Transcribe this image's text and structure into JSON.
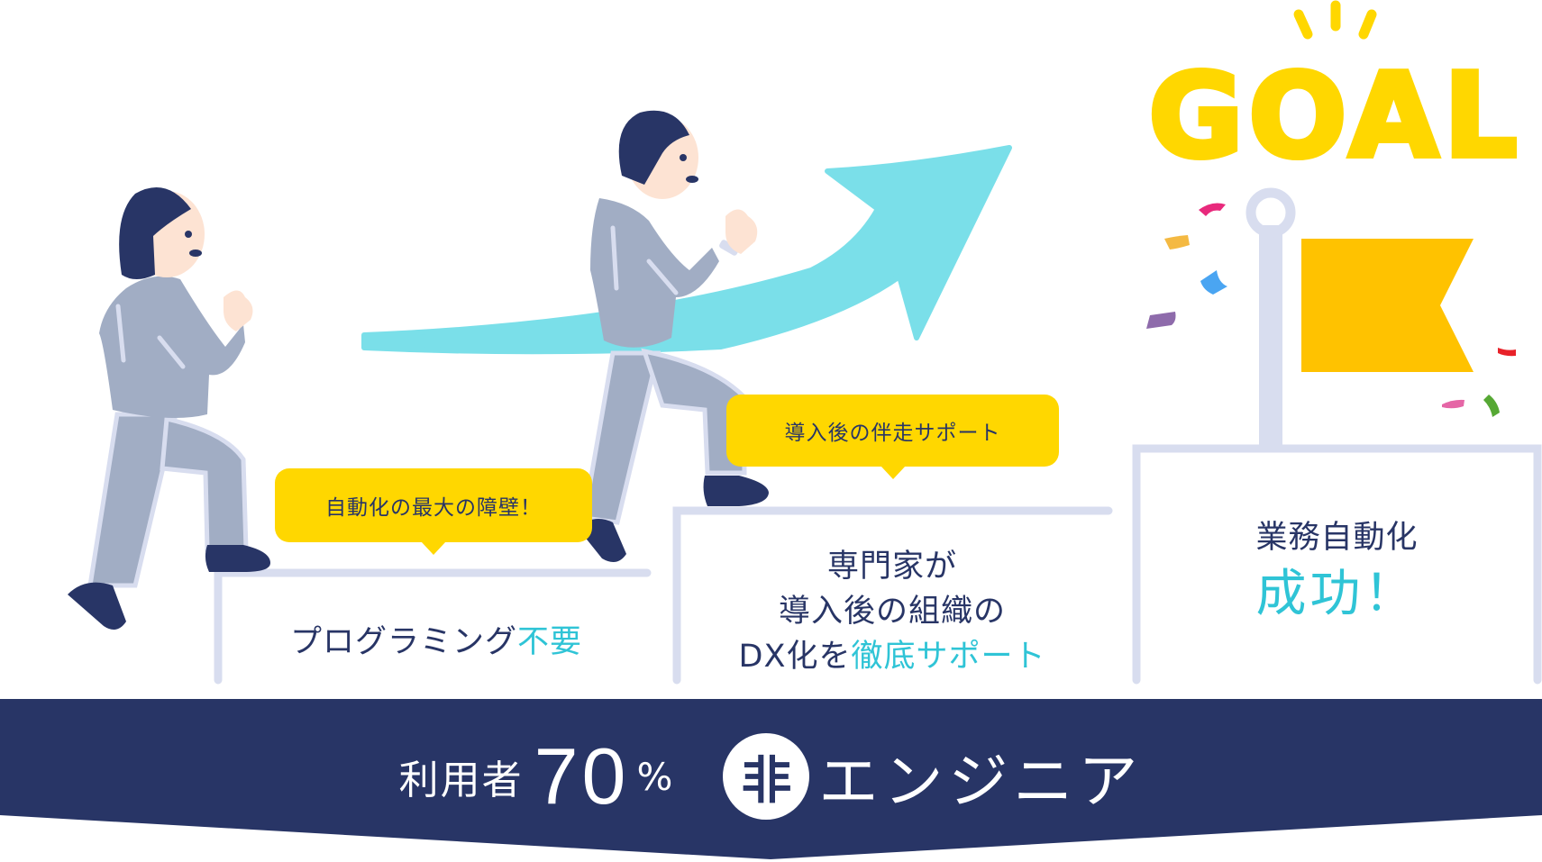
{
  "goal": {
    "title": "GOAL",
    "flag_color": "#ffc200",
    "title_color": "#ffd700"
  },
  "bubbles": [
    {
      "text": "自動化の最大の障壁！"
    },
    {
      "text": "導入後の伴走サポート"
    }
  ],
  "steps": [
    {
      "lines": [
        {
          "plain": "プログラミング",
          "accent": "不要"
        }
      ]
    },
    {
      "lines": [
        {
          "plain": "専門家が",
          "accent": ""
        },
        {
          "plain": "導入後の組織の",
          "accent": ""
        },
        {
          "plain": "DX化を",
          "accent": "徹底サポート"
        }
      ]
    },
    {
      "lines": [
        {
          "plain": "業務自動化",
          "accent": ""
        },
        {
          "plain": "",
          "accent": "成功！"
        }
      ]
    }
  ],
  "banner": {
    "label": "利用者",
    "number": "70",
    "percent": "%",
    "circle_char": "非",
    "suffix": "エンジニア",
    "color": "#283566"
  },
  "colors": {
    "navy": "#283566",
    "accent": "#2fc4d6",
    "arrow": "#7adfe9",
    "step_line": "#d8ddef",
    "suit": "#a1adc4",
    "skin": "#fde3d3",
    "bubble": "#ffd700"
  }
}
